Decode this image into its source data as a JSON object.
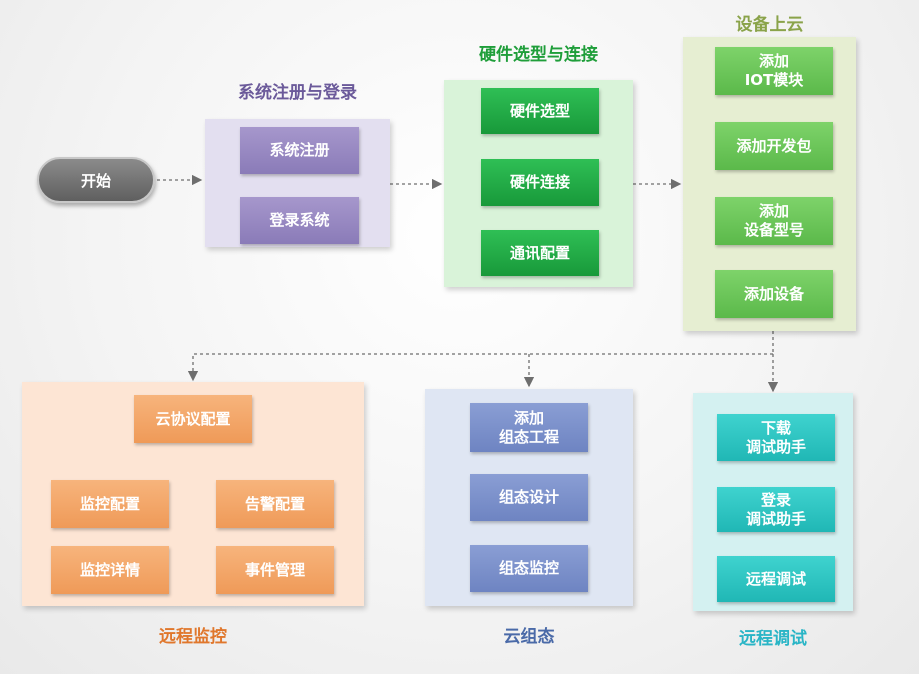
{
  "start": {
    "label": "开始"
  },
  "sections": {
    "register": {
      "title": "系统注册与登录",
      "steps": [
        "系统注册",
        "登录系统"
      ]
    },
    "hardware": {
      "title": "硬件选型与连接",
      "steps": [
        "硬件选型",
        "硬件连接",
        "通讯配置"
      ]
    },
    "cloud": {
      "title": "设备上云",
      "steps": [
        "添加\nIOT模块",
        "添加开发包",
        "添加\n设备型号",
        "添加设备"
      ]
    },
    "monitor": {
      "title": "远程监控",
      "root": "云协议配置",
      "left": [
        "监控配置",
        "监控详情"
      ],
      "right": [
        "告警配置",
        "事件管理"
      ]
    },
    "config": {
      "title": "云组态",
      "steps": [
        "添加\n组态工程",
        "组态设计",
        "组态监控"
      ]
    },
    "debug": {
      "title": "远程调试",
      "steps": [
        "下载\n调试助手",
        "登录\n调试助手",
        "远程调试"
      ]
    }
  },
  "colors": {
    "purple_title": "#6b5a9a",
    "green_title": "#1f9e3a",
    "olive_title": "#8aa34a",
    "orange_title": "#e0772c",
    "blue_title": "#4a6aa8",
    "cyan_title": "#29b5c6"
  }
}
